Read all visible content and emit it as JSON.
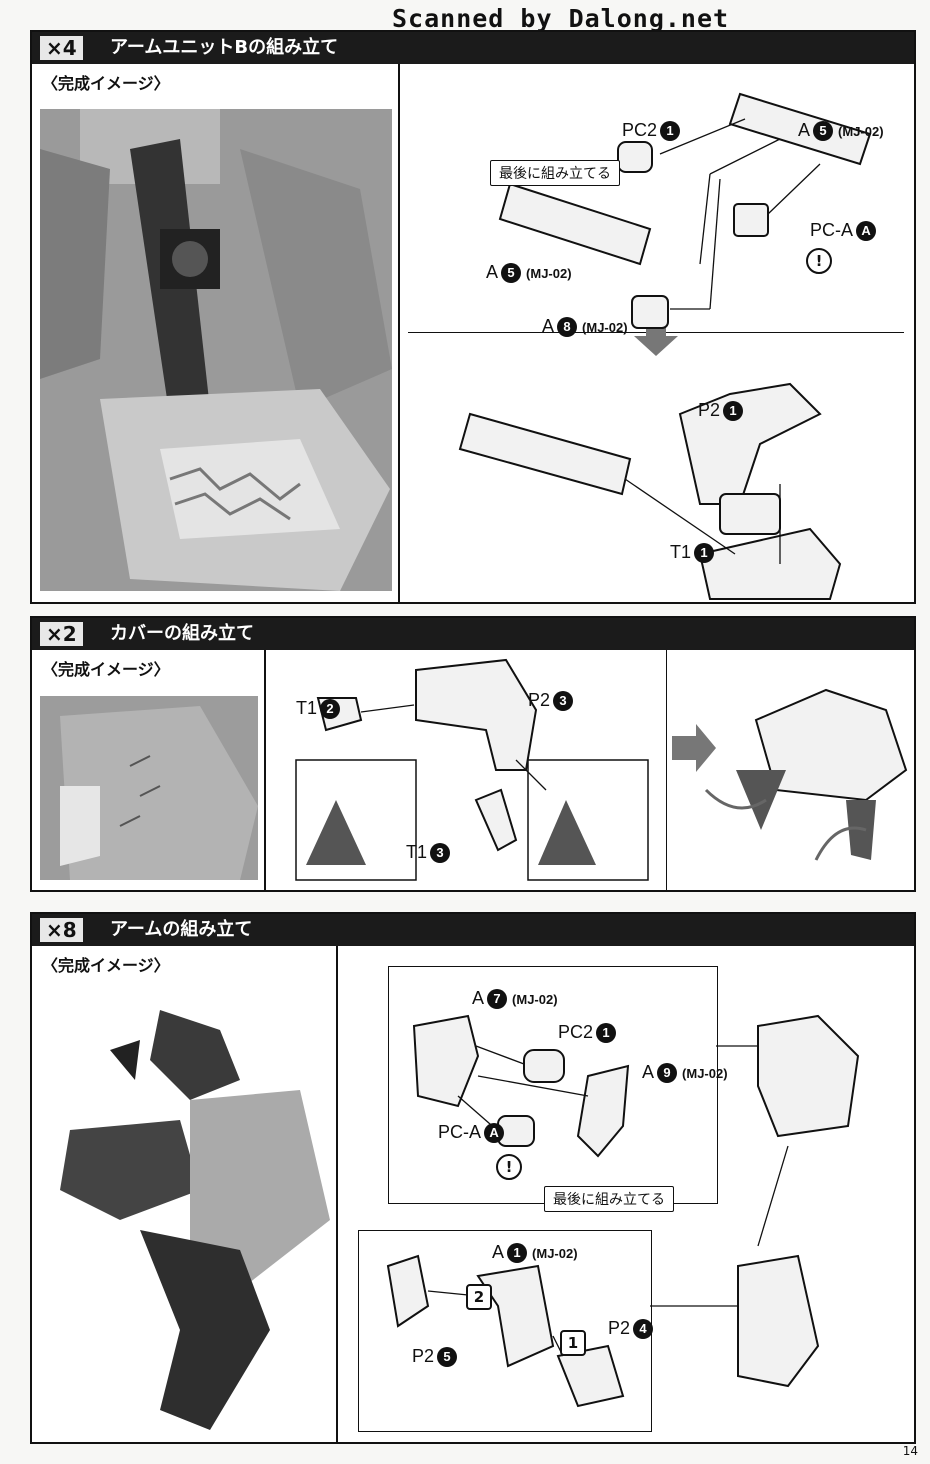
{
  "watermark": "Scanned by Dalong.net",
  "page_number": "14",
  "complete_image_label": "〈完成イメージ〉",
  "sections": [
    {
      "multiplier": "×4",
      "title": "アームユニットBの組み立て",
      "labels": {
        "pc2": "PC2",
        "pc2_num": "1",
        "a5_top": "A",
        "a5_top_num": "5",
        "a5_top_code": "(MJ-02)",
        "note": "最後に組み立てる",
        "pca": "PC-A",
        "pca_num": "A",
        "a5_left": "A",
        "a5_left_num": "5",
        "a5_left_code": "(MJ-02)",
        "a8": "A",
        "a8_num": "8",
        "a8_code": "(MJ-02)",
        "p2": "P2",
        "p2_num": "1",
        "t1": "T1",
        "t1_num": "1",
        "warn": "!"
      }
    },
    {
      "multiplier": "×2",
      "title": "カバーの組み立て",
      "labels": {
        "t1a": "T1",
        "t1a_num": "2",
        "p2": "P2",
        "p2_num": "3",
        "t1b": "T1",
        "t1b_num": "3"
      }
    },
    {
      "multiplier": "×8",
      "title": "アームの組み立て",
      "labels": {
        "a7": "A",
        "a7_num": "7",
        "a7_code": "(MJ-02)",
        "pc2": "PC2",
        "pc2_num": "1",
        "a9": "A",
        "a9_num": "9",
        "a9_code": "(MJ-02)",
        "pca": "PC-A",
        "pca_num": "A",
        "note": "最後に組み立てる",
        "a1": "A",
        "a1_num": "1",
        "a1_code": "(MJ-02)",
        "step1": "1",
        "step2": "2",
        "p2a": "P2",
        "p2a_num": "5",
        "p2b": "P2",
        "p2b_num": "4",
        "warn": "!"
      }
    }
  ]
}
